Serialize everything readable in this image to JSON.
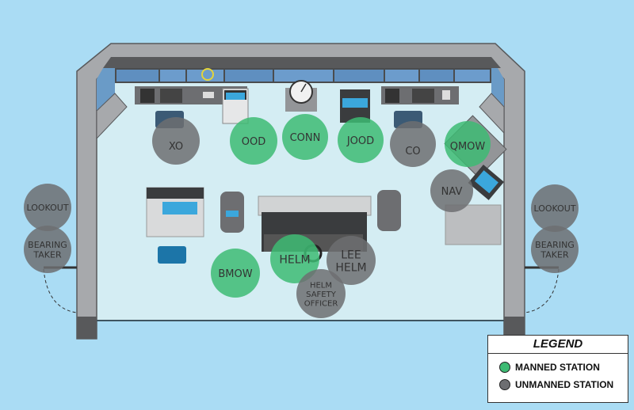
{
  "stations": [
    {
      "id": "xo",
      "label": [
        "XO"
      ],
      "status": "unmanned"
    },
    {
      "id": "ood",
      "label": [
        "OOD"
      ],
      "status": "manned"
    },
    {
      "id": "conn",
      "label": [
        "CONN"
      ],
      "status": "manned"
    },
    {
      "id": "jood",
      "label": [
        "JOOD"
      ],
      "status": "manned"
    },
    {
      "id": "co",
      "label": [
        "CO"
      ],
      "status": "unmanned"
    },
    {
      "id": "qmow",
      "label": [
        "QMOW"
      ],
      "status": "manned"
    },
    {
      "id": "nav",
      "label": [
        "NAV"
      ],
      "status": "unmanned"
    },
    {
      "id": "lookout-port",
      "label": [
        "LOOKOUT"
      ],
      "status": "unmanned"
    },
    {
      "id": "bearing-taker-port",
      "label": [
        "BEARING",
        "TAKER"
      ],
      "status": "unmanned"
    },
    {
      "id": "lookout-stbd",
      "label": [
        "LOOKOUT"
      ],
      "status": "unmanned"
    },
    {
      "id": "bearing-taker-stbd",
      "label": [
        "BEARING",
        "TAKER"
      ],
      "status": "unmanned"
    },
    {
      "id": "bmow",
      "label": [
        "BMOW"
      ],
      "status": "manned"
    },
    {
      "id": "helm",
      "label": [
        "HELM"
      ],
      "status": "manned"
    },
    {
      "id": "lee-helm",
      "label": [
        "LEE",
        "HELM"
      ],
      "status": "unmanned"
    },
    {
      "id": "helm-safety-officer",
      "label": [
        "HELM",
        "SAFETY",
        "OFFICER"
      ],
      "status": "unmanned"
    }
  ],
  "legend": {
    "title": "LEGEND",
    "manned": "MANNED STATION",
    "unmanned": "UNMANNED STATION"
  },
  "colors": {
    "manned": "#3dbb73",
    "unmanned": "#6d6e71",
    "background": "#aadcf4"
  }
}
